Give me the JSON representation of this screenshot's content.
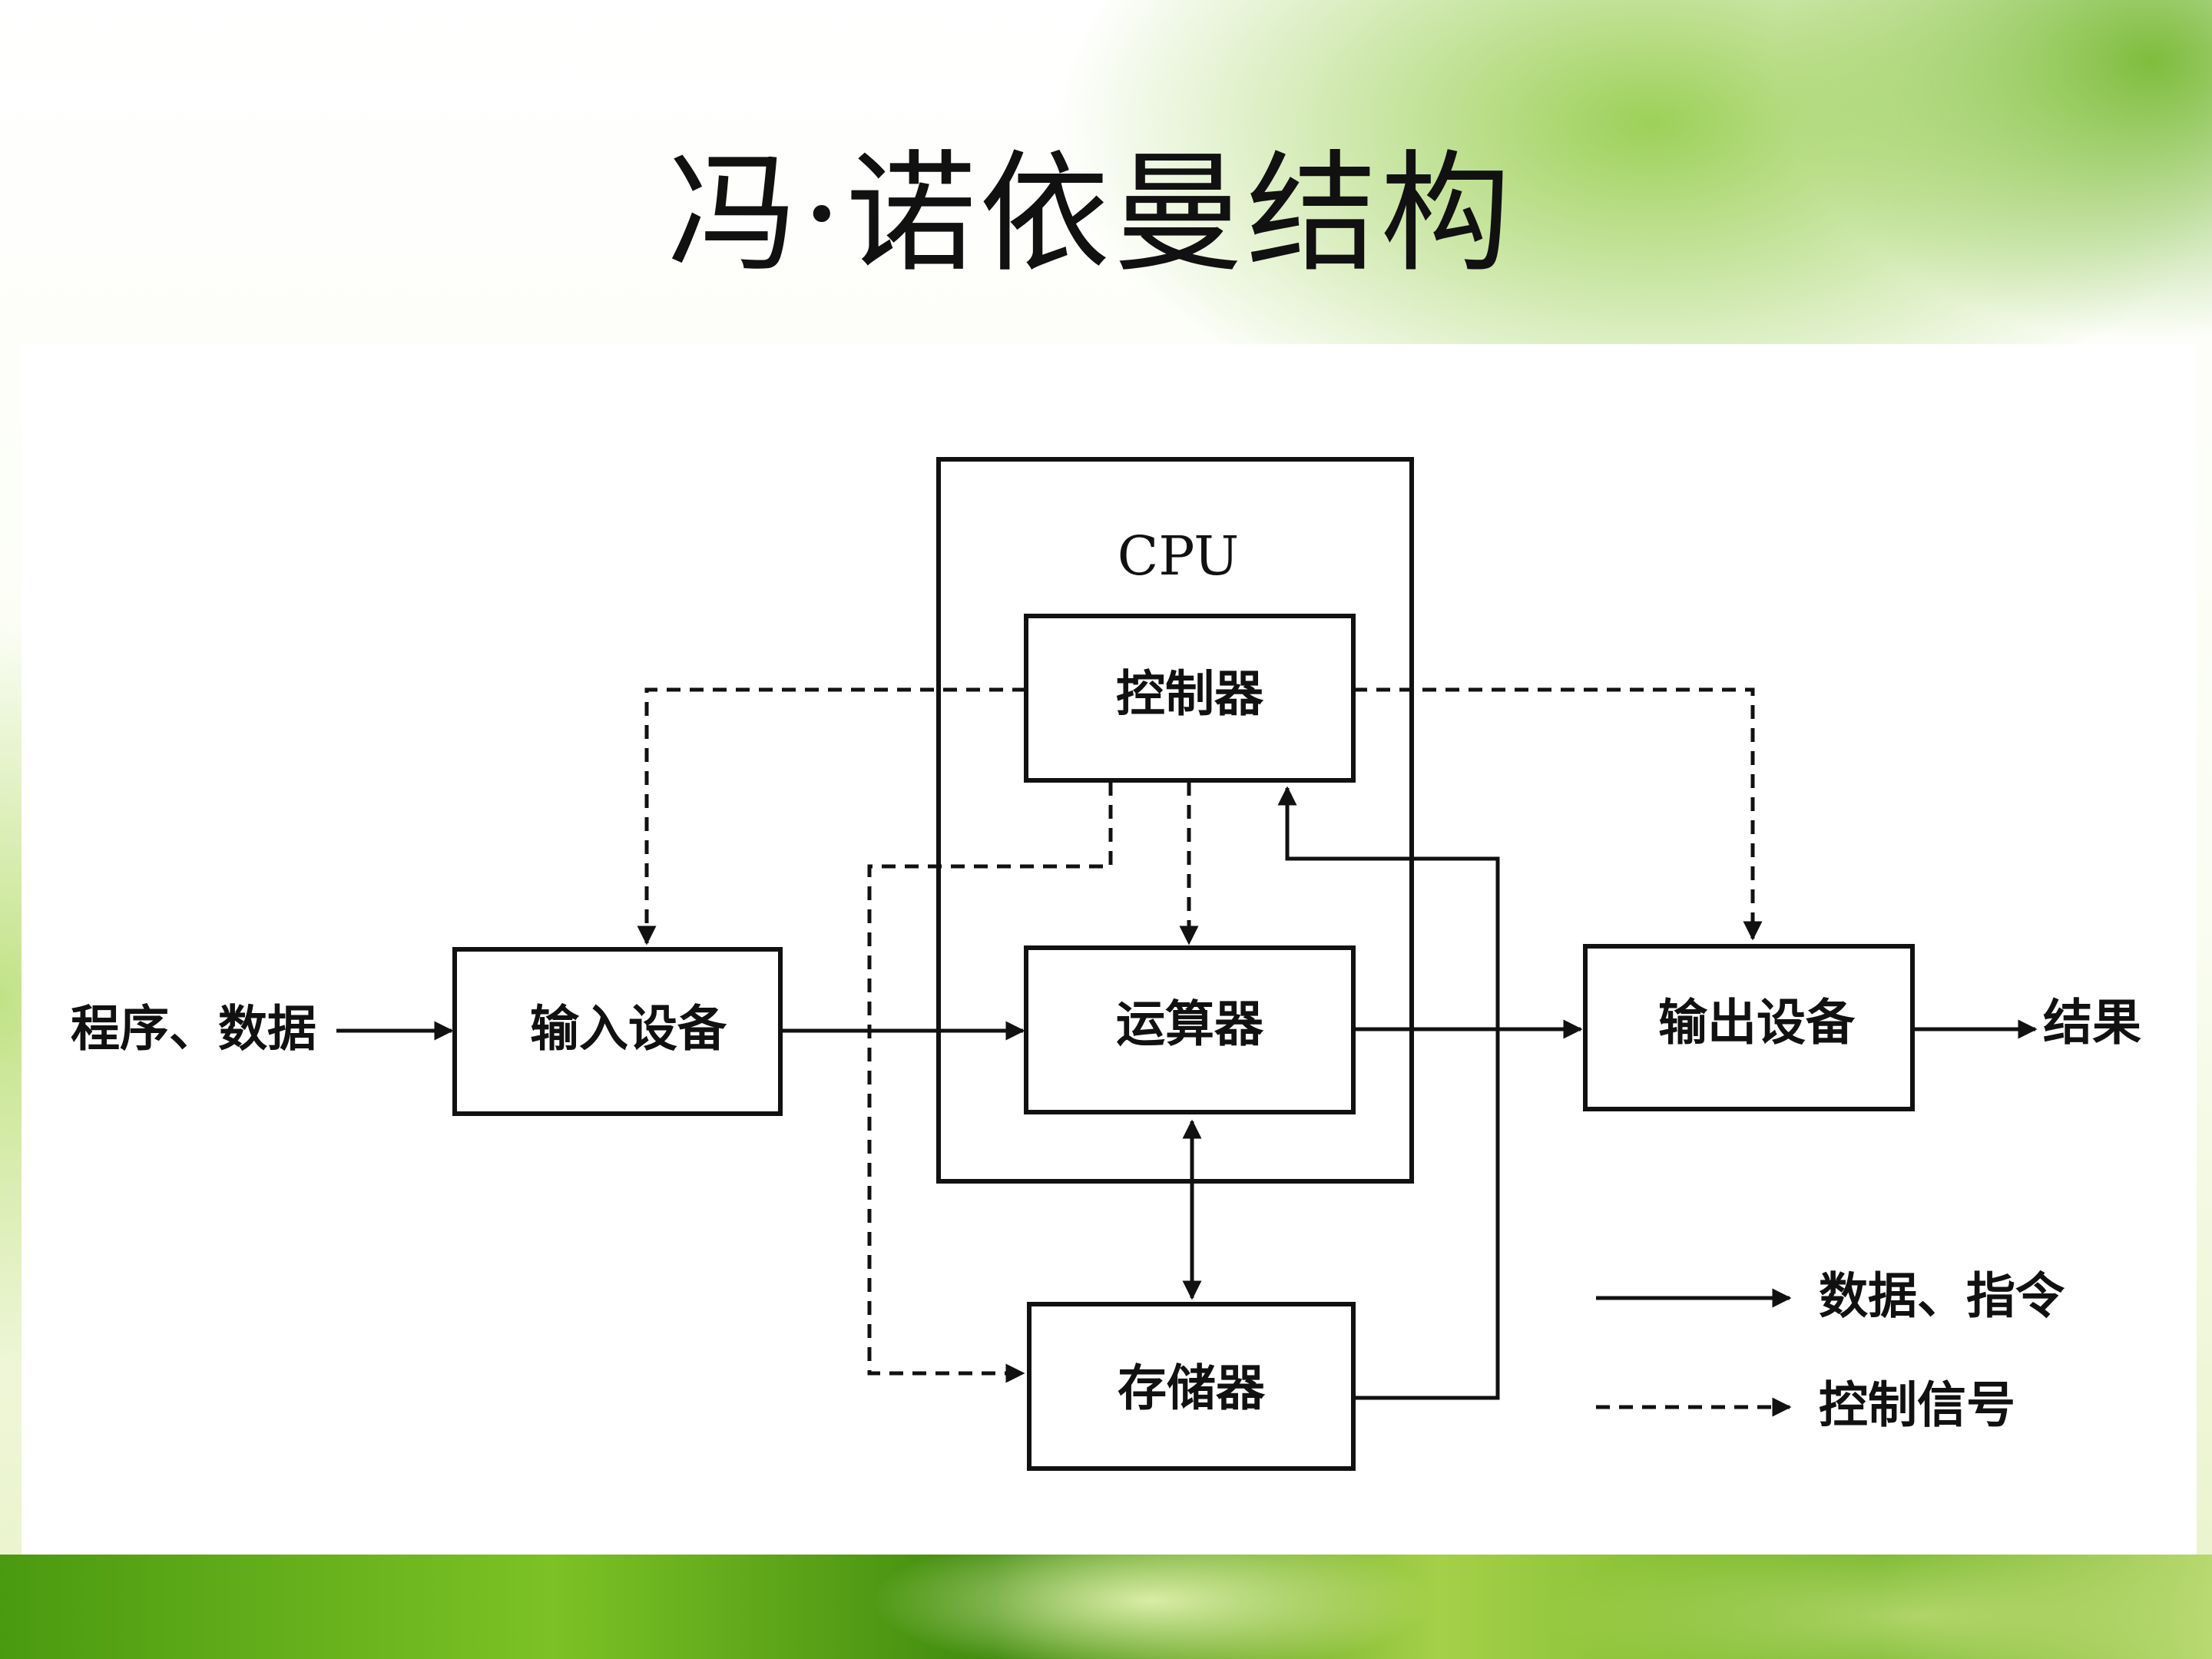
{
  "slide": {
    "title": "冯·诺依曼结构"
  },
  "diagram": {
    "cpu_label": "CPU",
    "nodes": {
      "controller": "控制器",
      "alu": "运算器",
      "memory": "存储器",
      "input_device": "输入设备",
      "output_device": "输出设备"
    },
    "external": {
      "input_source": "程序、数据",
      "output_result": "结果"
    },
    "legend": {
      "solid_line": "数据、指令",
      "dashed_line": "控制信号"
    }
  }
}
